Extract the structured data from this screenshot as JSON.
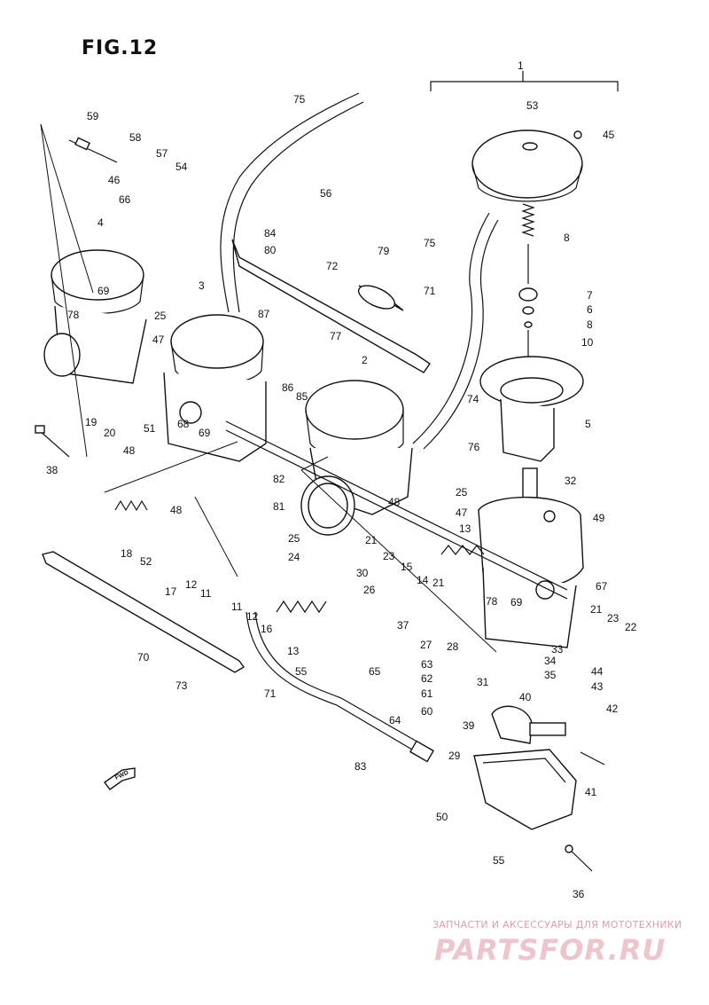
{
  "figure": {
    "title": "FIG.12"
  },
  "watermark": {
    "caption": "ЗАПЧАСТИ И АКСЕССУАРЫ ДЛЯ МОТОТЕХНИКИ",
    "logo": "PARTSFOR.RU"
  },
  "fwd_label": "FWD",
  "callouts": [
    {
      "id": "c1",
      "text": "1"
    },
    {
      "id": "c2",
      "text": "2"
    },
    {
      "id": "c3",
      "text": "3"
    },
    {
      "id": "c4",
      "text": "4"
    },
    {
      "id": "c5",
      "text": "5"
    },
    {
      "id": "c6",
      "text": "6"
    },
    {
      "id": "c7",
      "text": "7"
    },
    {
      "id": "c8",
      "text": "8"
    },
    {
      "id": "c8b",
      "text": "8"
    },
    {
      "id": "c10",
      "text": "10"
    },
    {
      "id": "c11a",
      "text": "11"
    },
    {
      "id": "c11b",
      "text": "11"
    },
    {
      "id": "c12a",
      "text": "12"
    },
    {
      "id": "c12b",
      "text": "12"
    },
    {
      "id": "c13a",
      "text": "13"
    },
    {
      "id": "c13b",
      "text": "13"
    },
    {
      "id": "c14",
      "text": "14"
    },
    {
      "id": "c15",
      "text": "15"
    },
    {
      "id": "c16",
      "text": "16"
    },
    {
      "id": "c17",
      "text": "17"
    },
    {
      "id": "c18",
      "text": "18"
    },
    {
      "id": "c19",
      "text": "19"
    },
    {
      "id": "c20",
      "text": "20"
    },
    {
      "id": "c21a",
      "text": "21"
    },
    {
      "id": "c21b",
      "text": "21"
    },
    {
      "id": "c21c",
      "text": "21"
    },
    {
      "id": "c22",
      "text": "22"
    },
    {
      "id": "c23a",
      "text": "23"
    },
    {
      "id": "c23b",
      "text": "23"
    },
    {
      "id": "c24",
      "text": "24"
    },
    {
      "id": "c25a",
      "text": "25"
    },
    {
      "id": "c25b",
      "text": "25"
    },
    {
      "id": "c25c",
      "text": "25"
    },
    {
      "id": "c26",
      "text": "26"
    },
    {
      "id": "c27",
      "text": "27"
    },
    {
      "id": "c28",
      "text": "28"
    },
    {
      "id": "c29",
      "text": "29"
    },
    {
      "id": "c30",
      "text": "30"
    },
    {
      "id": "c31",
      "text": "31"
    },
    {
      "id": "c32",
      "text": "32"
    },
    {
      "id": "c33",
      "text": "33"
    },
    {
      "id": "c34",
      "text": "34"
    },
    {
      "id": "c35",
      "text": "35"
    },
    {
      "id": "c36",
      "text": "36"
    },
    {
      "id": "c37",
      "text": "37"
    },
    {
      "id": "c38",
      "text": "38"
    },
    {
      "id": "c39",
      "text": "39"
    },
    {
      "id": "c40",
      "text": "40"
    },
    {
      "id": "c41",
      "text": "41"
    },
    {
      "id": "c42",
      "text": "42"
    },
    {
      "id": "c43",
      "text": "43"
    },
    {
      "id": "c44",
      "text": "44"
    },
    {
      "id": "c45",
      "text": "45"
    },
    {
      "id": "c46",
      "text": "46"
    },
    {
      "id": "c47a",
      "text": "47"
    },
    {
      "id": "c47b",
      "text": "47"
    },
    {
      "id": "c48a",
      "text": "48"
    },
    {
      "id": "c48b",
      "text": "48"
    },
    {
      "id": "c48c",
      "text": "48"
    },
    {
      "id": "c49",
      "text": "49"
    },
    {
      "id": "c50",
      "text": "50"
    },
    {
      "id": "c51",
      "text": "51"
    },
    {
      "id": "c52",
      "text": "52"
    },
    {
      "id": "c53",
      "text": "53"
    },
    {
      "id": "c54",
      "text": "54"
    },
    {
      "id": "c55a",
      "text": "55"
    },
    {
      "id": "c55b",
      "text": "55"
    },
    {
      "id": "c56",
      "text": "56"
    },
    {
      "id": "c57",
      "text": "57"
    },
    {
      "id": "c58",
      "text": "58"
    },
    {
      "id": "c59",
      "text": "59"
    },
    {
      "id": "c60",
      "text": "60"
    },
    {
      "id": "c61",
      "text": "61"
    },
    {
      "id": "c62",
      "text": "62"
    },
    {
      "id": "c63",
      "text": "63"
    },
    {
      "id": "c64",
      "text": "64"
    },
    {
      "id": "c65",
      "text": "65"
    },
    {
      "id": "c66",
      "text": "66"
    },
    {
      "id": "c67",
      "text": "67"
    },
    {
      "id": "c68",
      "text": "68"
    },
    {
      "id": "c69a",
      "text": "69"
    },
    {
      "id": "c69b",
      "text": "69"
    },
    {
      "id": "c69c",
      "text": "69"
    },
    {
      "id": "c70",
      "text": "70"
    },
    {
      "id": "c71a",
      "text": "71"
    },
    {
      "id": "c71b",
      "text": "71"
    },
    {
      "id": "c72",
      "text": "72"
    },
    {
      "id": "c73",
      "text": "73"
    },
    {
      "id": "c74",
      "text": "74"
    },
    {
      "id": "c75a",
      "text": "75"
    },
    {
      "id": "c75b",
      "text": "75"
    },
    {
      "id": "c76",
      "text": "76"
    },
    {
      "id": "c77",
      "text": "77"
    },
    {
      "id": "c78a",
      "text": "78"
    },
    {
      "id": "c78b",
      "text": "78"
    },
    {
      "id": "c79",
      "text": "79"
    },
    {
      "id": "c80",
      "text": "80"
    },
    {
      "id": "c81",
      "text": "81"
    },
    {
      "id": "c82",
      "text": "82"
    },
    {
      "id": "c83",
      "text": "83"
    },
    {
      "id": "c84",
      "text": "84"
    },
    {
      "id": "c85",
      "text": "85"
    },
    {
      "id": "c86",
      "text": "86"
    },
    {
      "id": "c87",
      "text": "87"
    }
  ]
}
